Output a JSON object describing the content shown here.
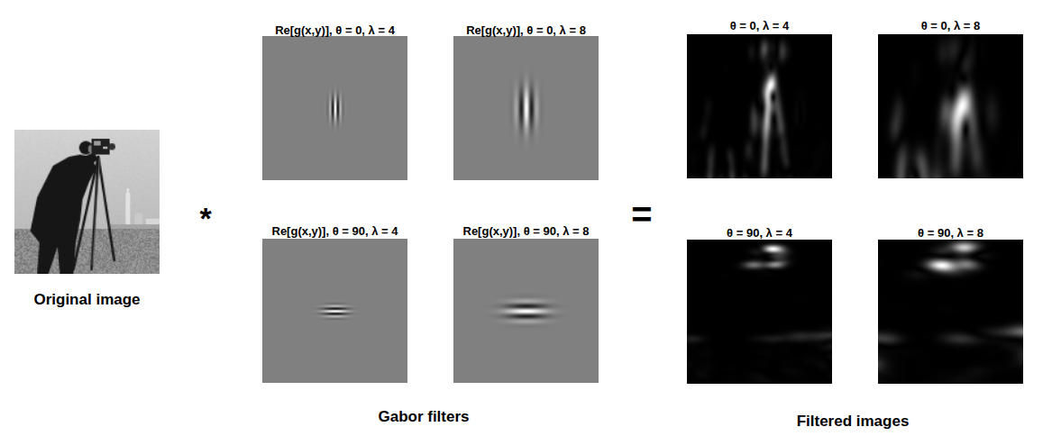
{
  "diagram": {
    "nodes": [
      {
        "text": [
          "Original image"
        ]
      },
      {
        "text": [
          "Re[g(x,y)], θ = 0, λ = 4"
        ]
      },
      {
        "text": [
          "Re[g(x,y)], θ = 0, λ = 8"
        ]
      },
      {
        "text": [
          "Re[g(x,y)], θ = 90, λ = 4"
        ]
      },
      {
        "text": [
          "Re[g(x,y)], θ = 90, λ = 8"
        ]
      },
      {
        "text": [
          "θ = 0, λ = 4"
        ]
      },
      {
        "text": [
          "θ = 0, λ = 8"
        ]
      },
      {
        "text": [
          "θ = 90, λ = 4"
        ]
      },
      {
        "text": [
          "θ = 90, λ = 8"
        ]
      }
    ],
    "labels": [
      "*",
      "=",
      "Gabor filters",
      "Filtered images"
    ]
  }
}
